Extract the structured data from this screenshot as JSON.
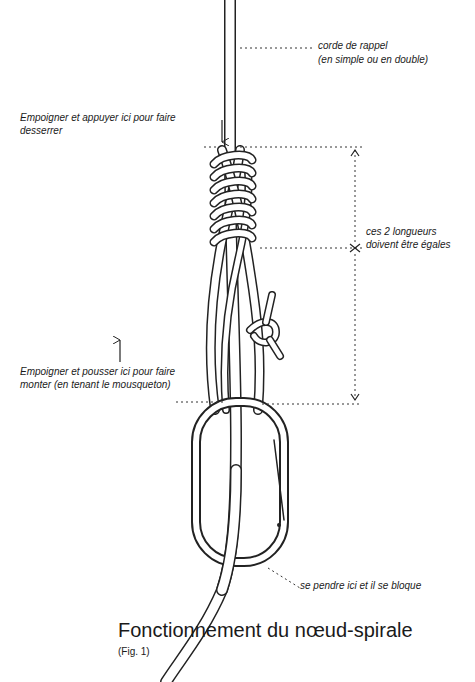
{
  "diagram": {
    "caption": "Fonctionnement du nœud-spirale",
    "labels": [
      "corde de rappel",
      "(en simple ou en double)",
      "Empoigner et appuyer ici pour faire desserrer",
      "ces 2 longueurs doivent être égales",
      "Empoigner et pousser ici pour faire monter (en tenant le mousqueton)",
      "se pendre ici et il se bloque",
      "(Fig. 1)"
    ]
  }
}
